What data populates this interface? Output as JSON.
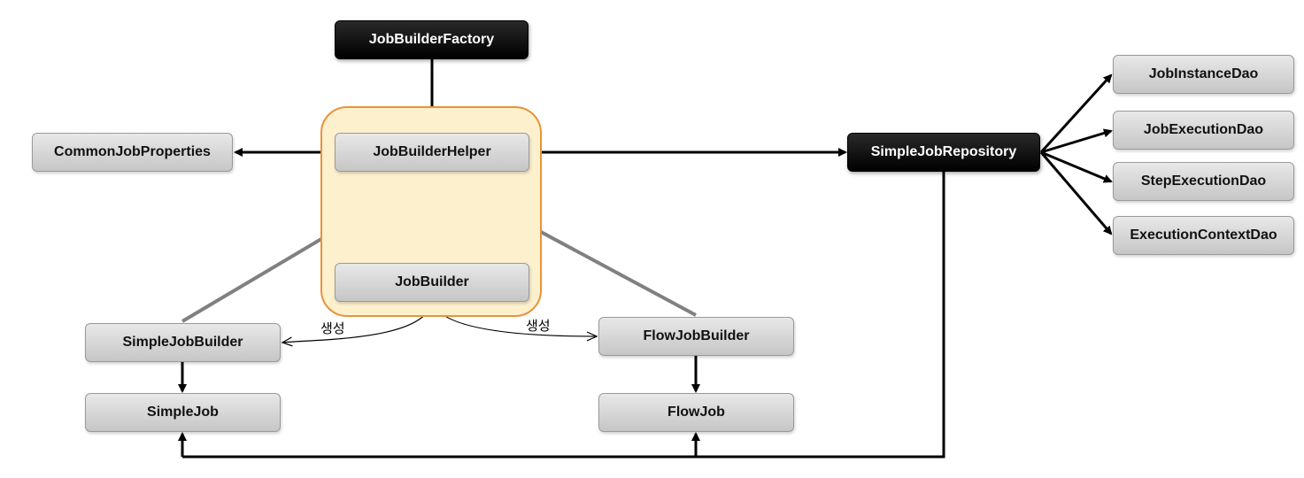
{
  "nodes": {
    "job_builder_factory": "JobBuilderFactory",
    "common_job_properties": "CommonJobProperties",
    "job_builder_helper": "JobBuilderHelper",
    "job_builder": "JobBuilder",
    "simple_job_builder": "SimpleJobBuilder",
    "flow_job_builder": "FlowJobBuilder",
    "simple_job": "SimpleJob",
    "flow_job": "FlowJob",
    "simple_job_repository": "SimpleJobRepository",
    "job_instance_dao": "JobInstanceDao",
    "job_execution_dao": "JobExecutionDao",
    "step_execution_dao": "StepExecutionDao",
    "execution_context_dao": "ExecutionContextDao"
  },
  "edge_labels": {
    "create_simple": "생성",
    "create_flow": "생성"
  },
  "colors": {
    "group_fill": "#fdf0cc",
    "group_border": "#e8933a",
    "inherit_arrow": "#808080",
    "dark_node": "#000000",
    "light_node": "#d4d4d4"
  }
}
